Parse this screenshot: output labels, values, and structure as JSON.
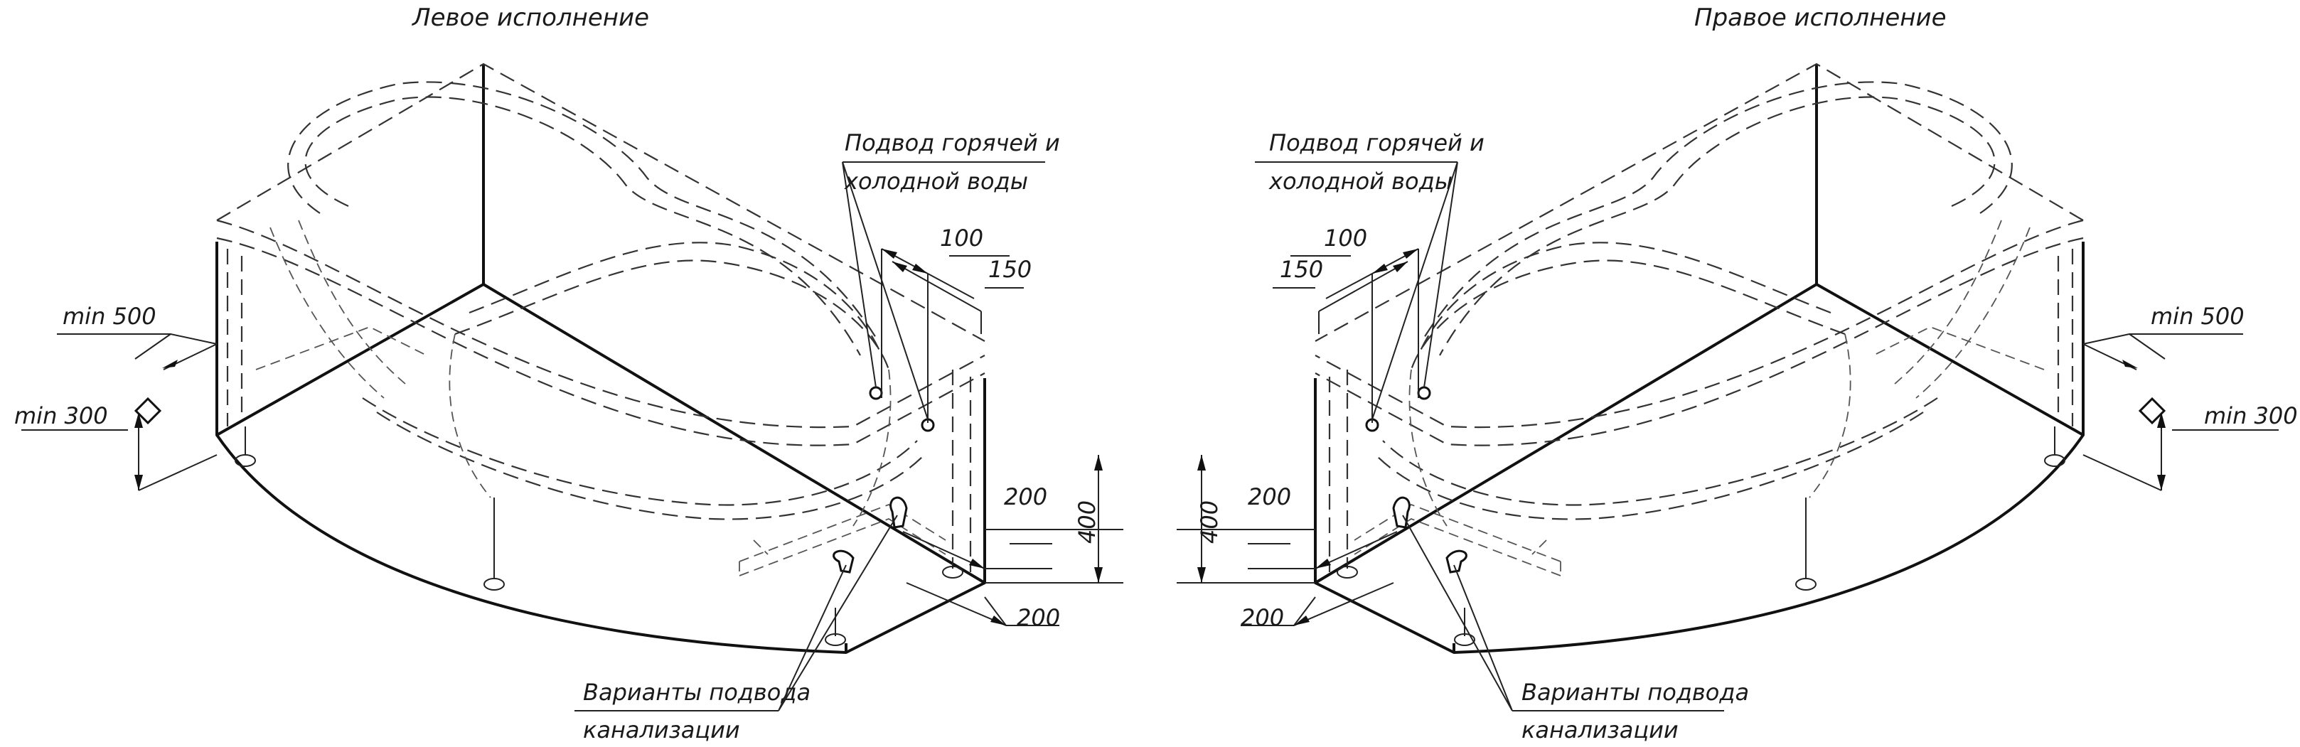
{
  "left": {
    "title": "Левое исполнение",
    "water_supply_line1": "Подвод горячей и",
    "water_supply_line2": "холодной воды",
    "drain_line1": "Варианты подвода",
    "drain_line2": "канализации",
    "dim_100": "100",
    "dim_150": "150",
    "dim_min500": "min 500",
    "dim_min300": "min 300",
    "dim_200_upper": "200",
    "dim_200_lower": "200",
    "dim_400": "400"
  },
  "right": {
    "title": "Правое исполнение",
    "water_supply_line1": "Подвод горячей и",
    "water_supply_line2": "холодной воды",
    "drain_line1": "Варианты подвода",
    "drain_line2": "канализации",
    "dim_100": "100",
    "dim_150": "150",
    "dim_min500": "min 500",
    "dim_min300": "min 300",
    "dim_200_upper": "200",
    "dim_200_lower": "200",
    "dim_400": "400"
  }
}
